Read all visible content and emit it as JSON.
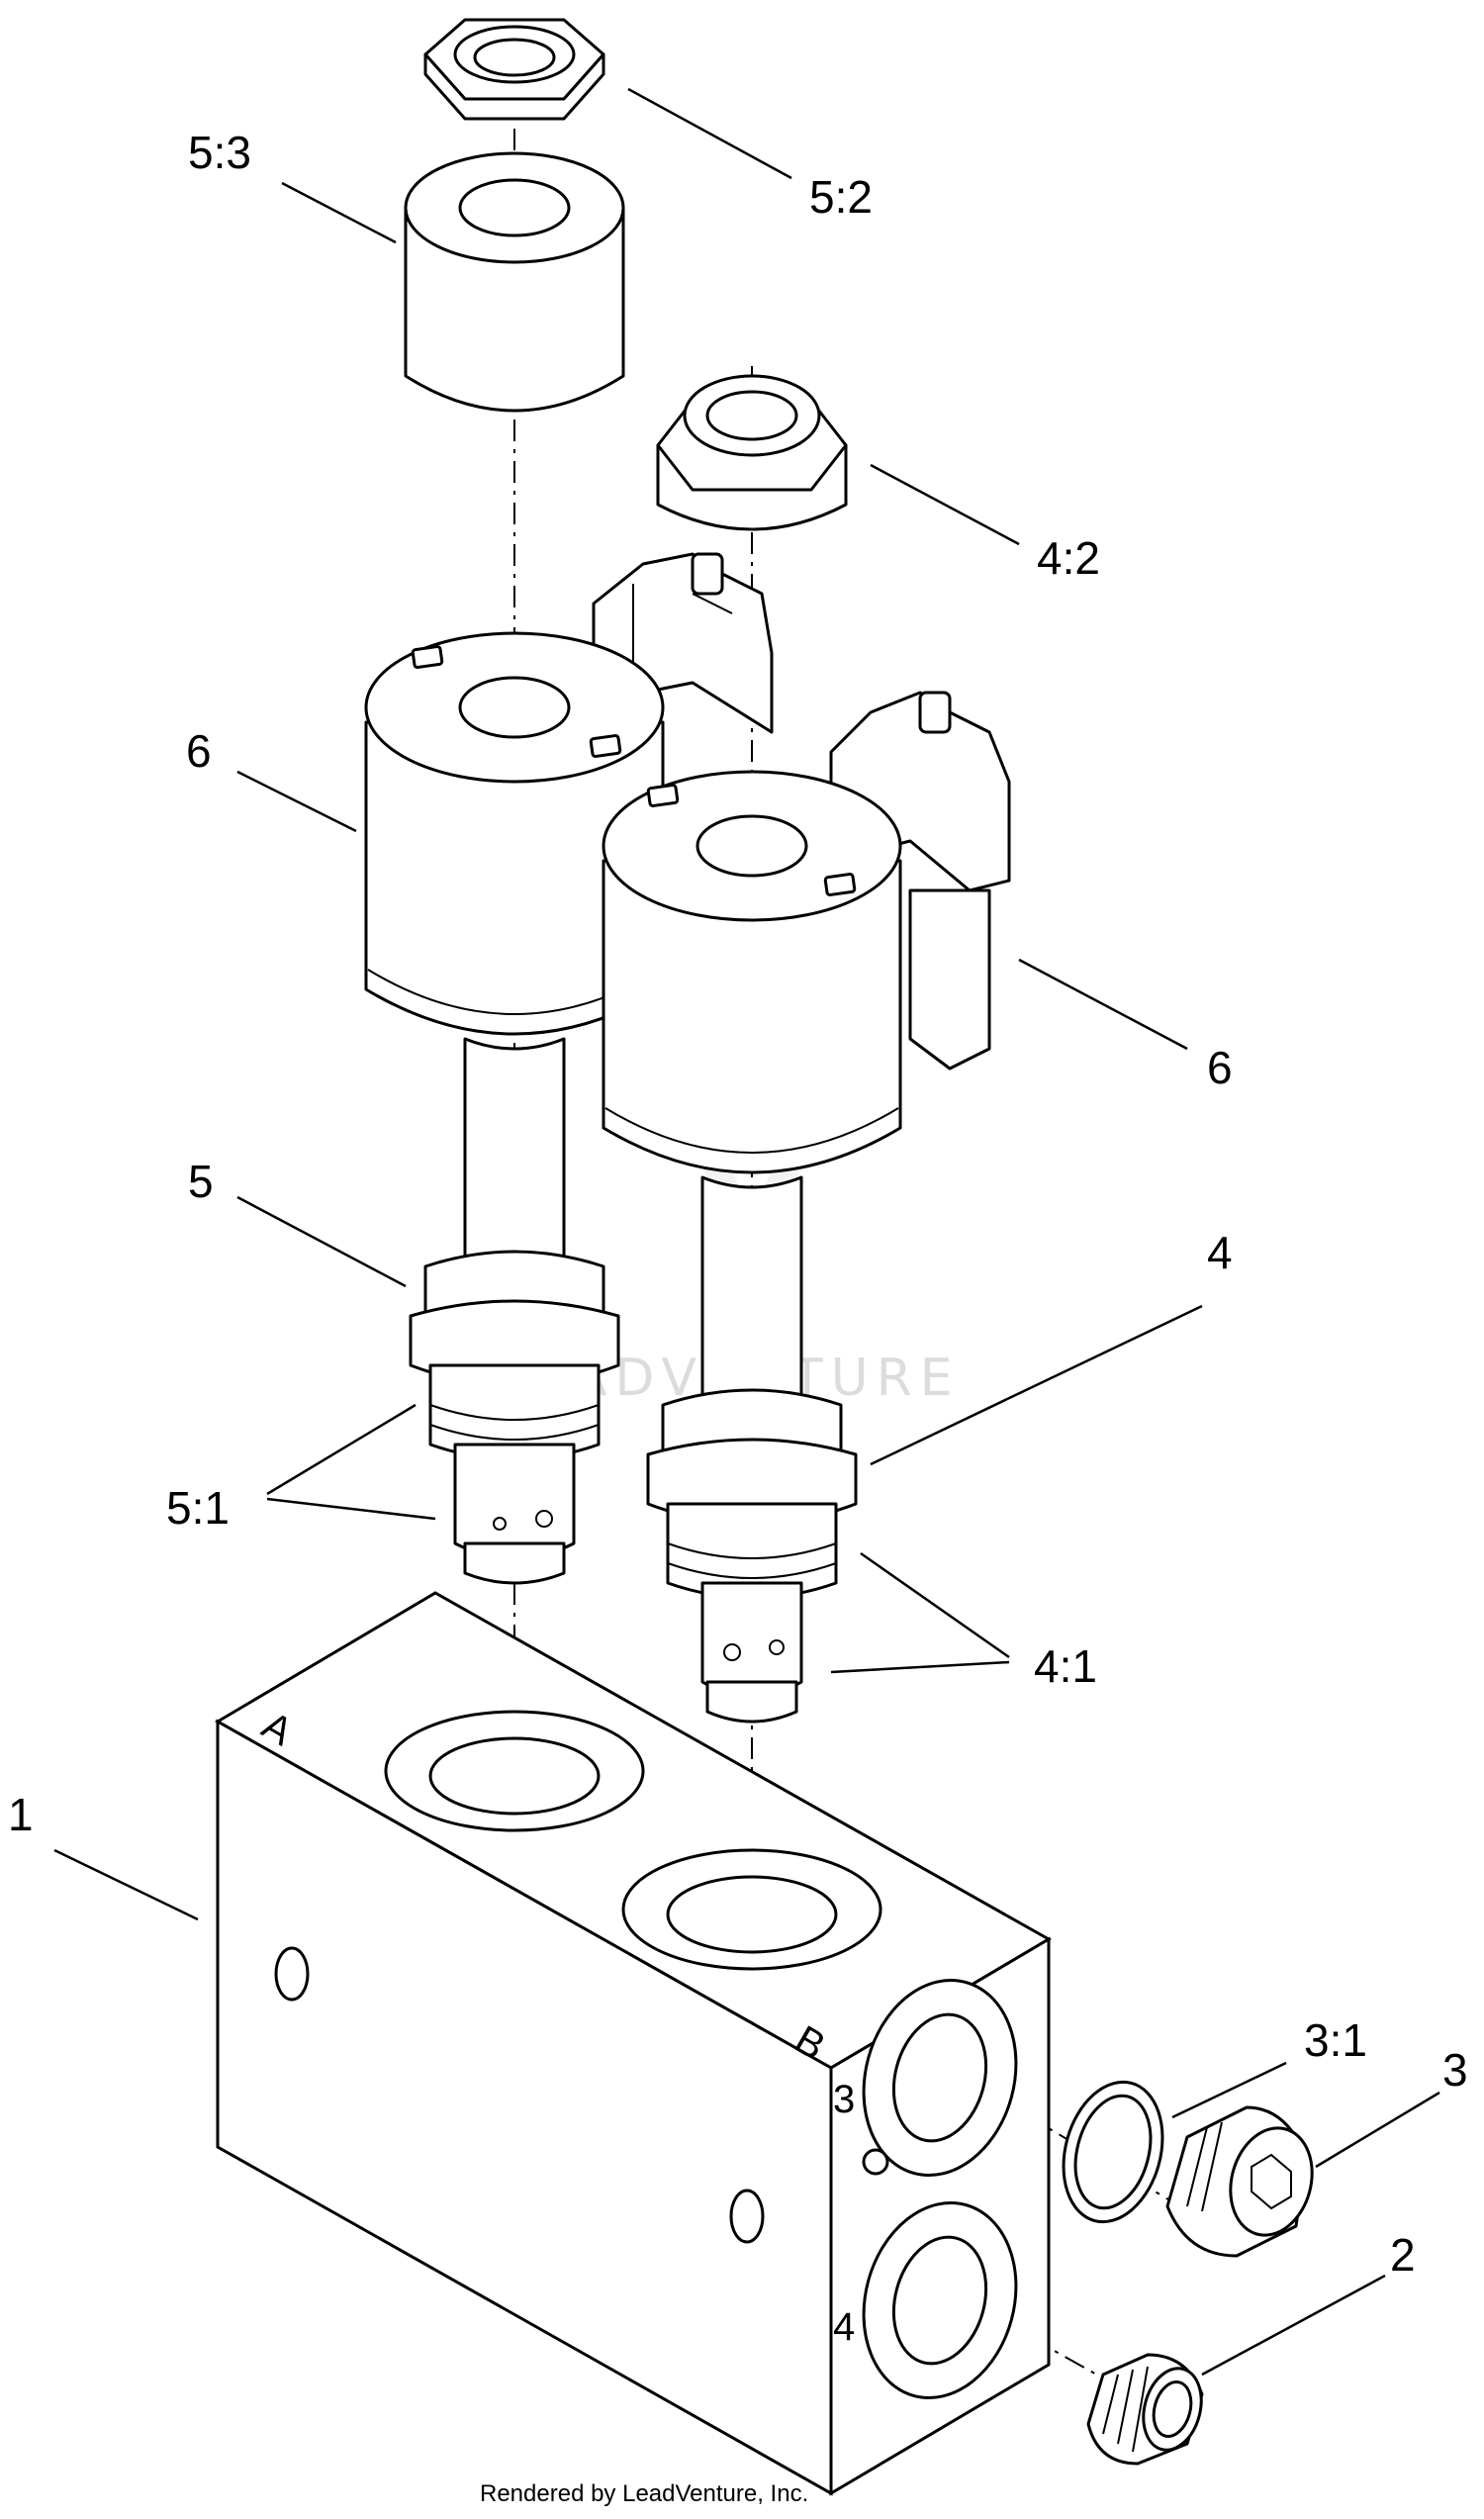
{
  "callouts": {
    "c_5_3": "5:3",
    "c_5_2": "5:2",
    "c_4_2": "4:2",
    "c_6a": "6",
    "c_6b": "6",
    "c_5": "5",
    "c_4": "4",
    "c_5_1": "5:1",
    "c_4_1": "4:1",
    "c_1": "1",
    "c_3_1": "3:1",
    "c_3": "3",
    "c_2": "2"
  },
  "block_markings": {
    "port_a": "A",
    "port_b": "B",
    "port_3": "3",
    "port_4": "4"
  },
  "watermark": "LEADVENTURE",
  "footer": "Rendered by LeadVenture, Inc."
}
